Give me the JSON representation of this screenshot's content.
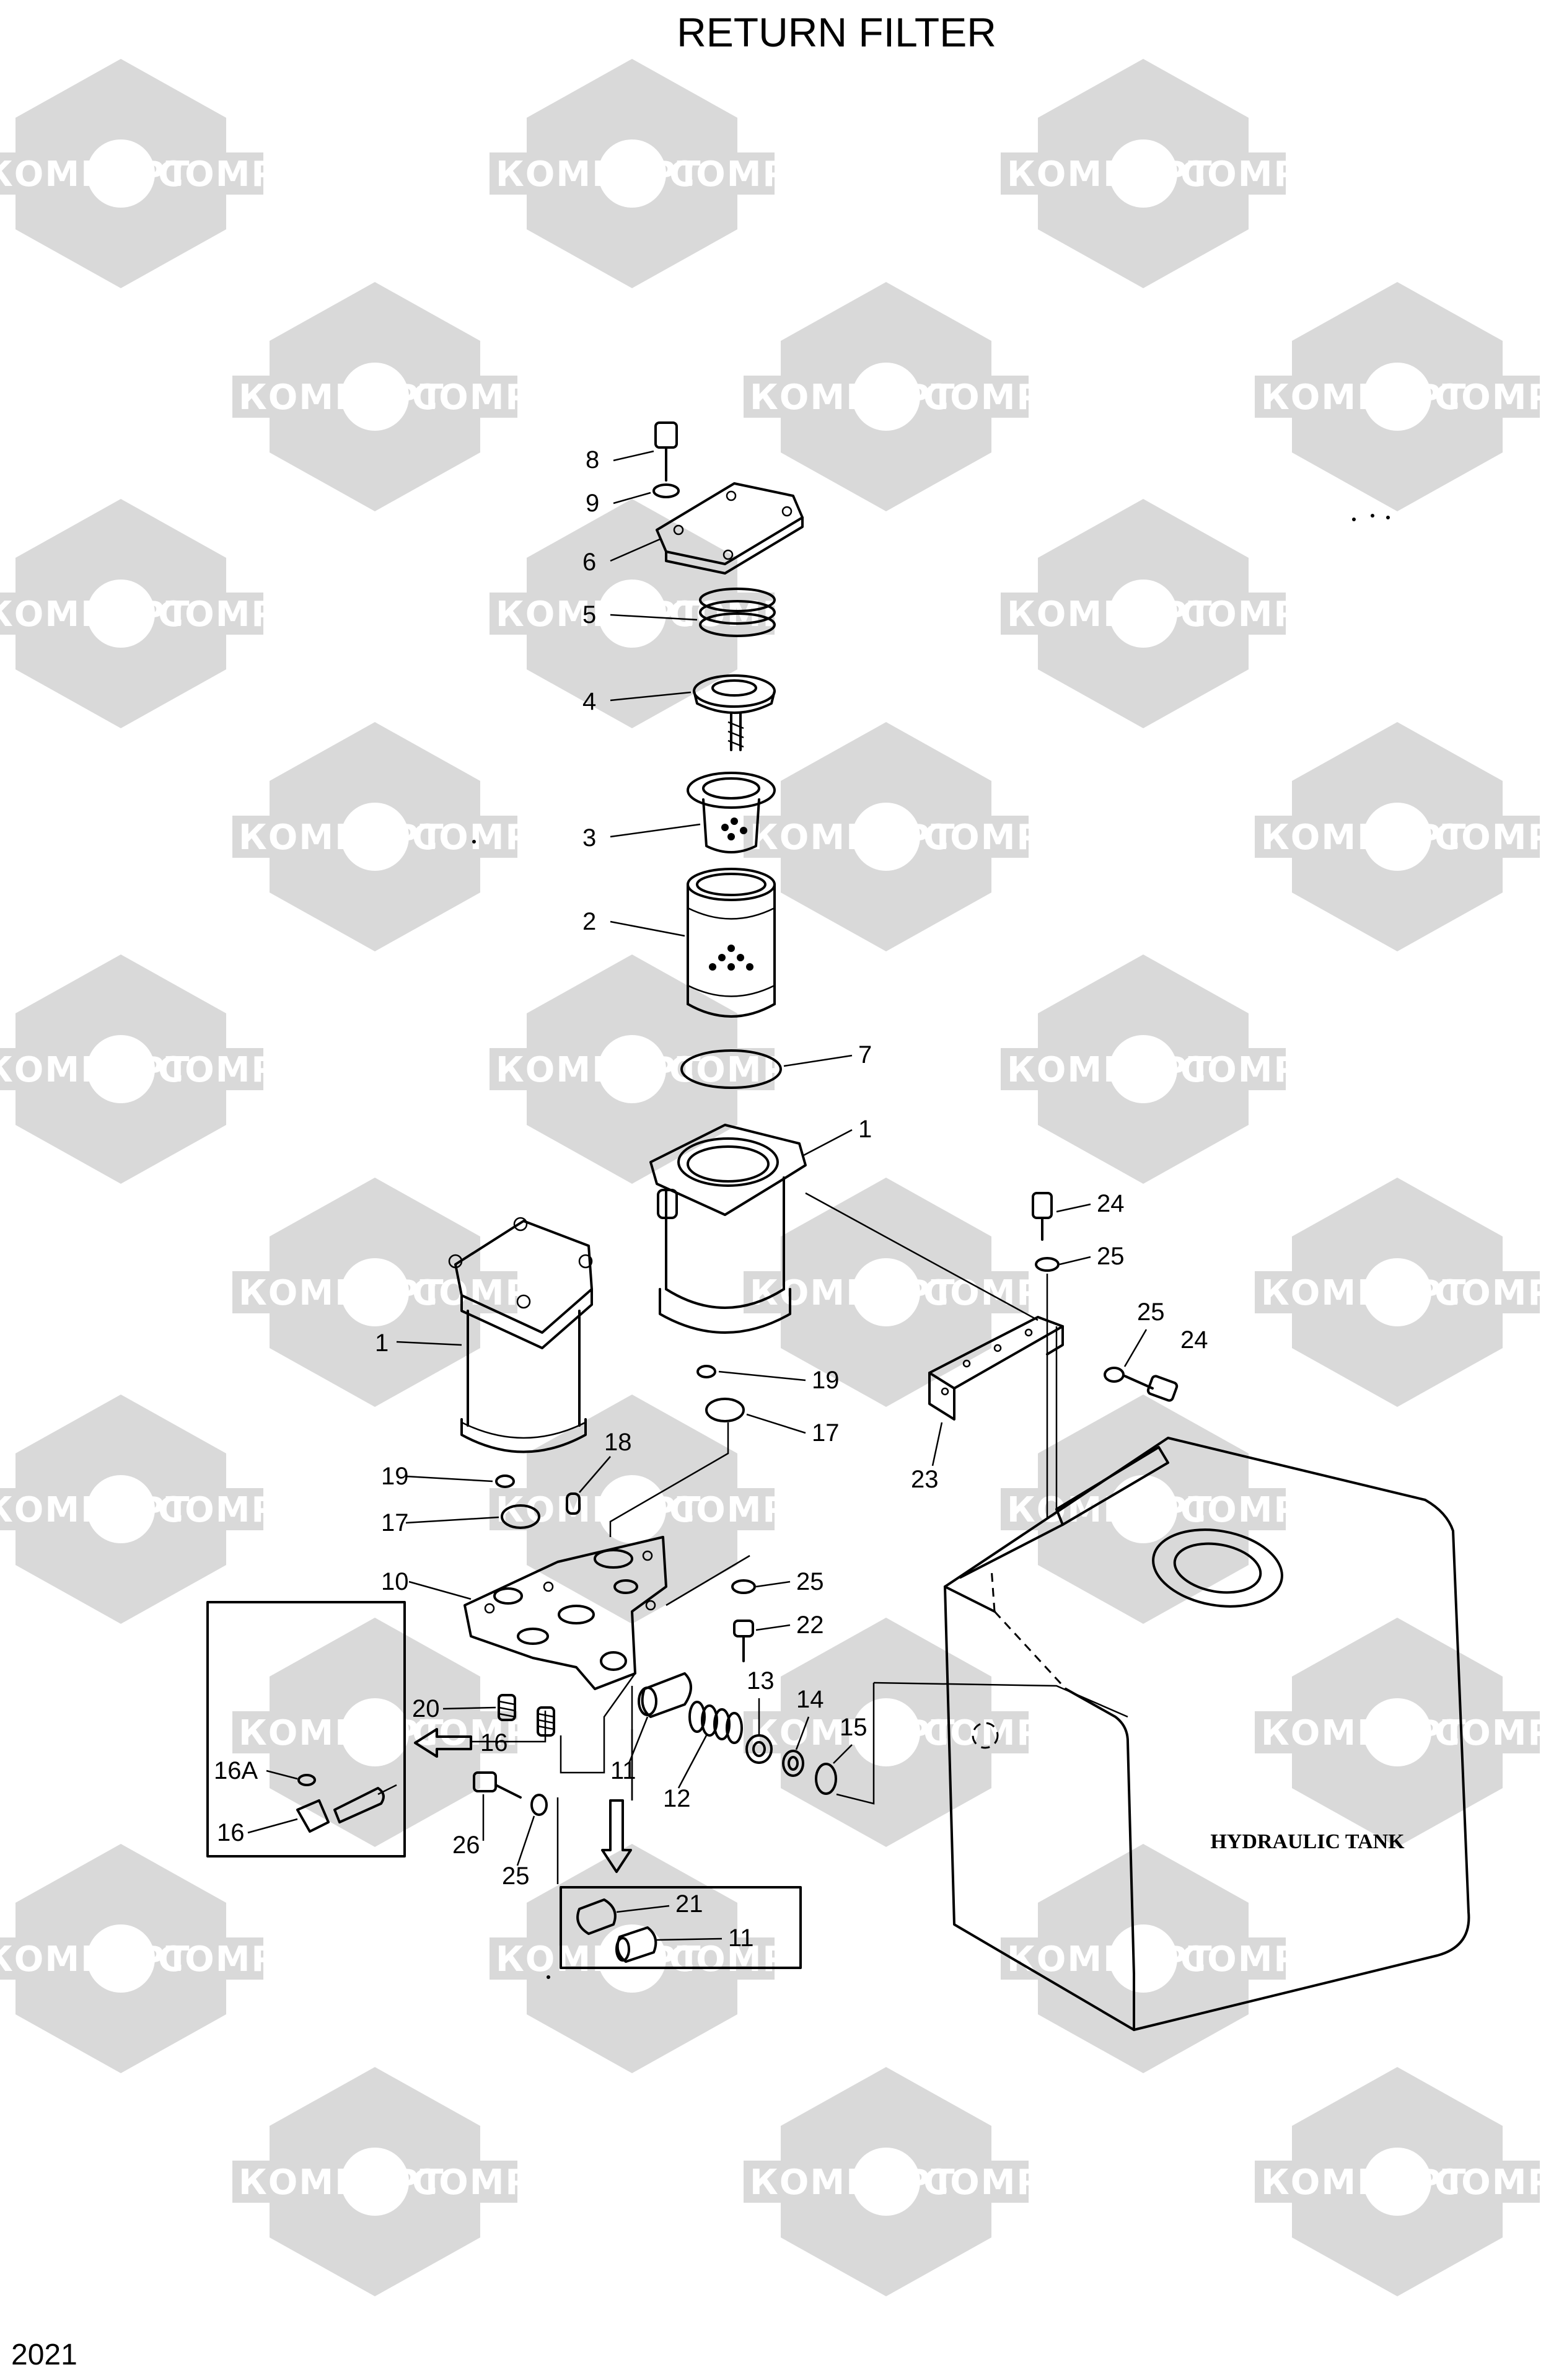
{
  "title": "RETURN FILTER",
  "page_number": "2021",
  "watermark": {
    "brand_cyrillic": "КОМПАРТ",
    "brand_latin": "COMPART",
    "color": "#d9d9d9"
  },
  "tank_label": "HYDRAULIC TANK",
  "callouts": [
    {
      "label": "8"
    },
    {
      "label": "9"
    },
    {
      "label": "6"
    },
    {
      "label": "5"
    },
    {
      "label": "4"
    },
    {
      "label": "3"
    },
    {
      "label": "2"
    },
    {
      "label": "7"
    },
    {
      "label": "1"
    },
    {
      "label": "1"
    },
    {
      "label": "24"
    },
    {
      "label": "25"
    },
    {
      "label": "25"
    },
    {
      "label": "24"
    },
    {
      "label": "19"
    },
    {
      "label": "17"
    },
    {
      "label": "23"
    },
    {
      "label": "18"
    },
    {
      "label": "19"
    },
    {
      "label": "17"
    },
    {
      "label": "10"
    },
    {
      "label": "25"
    },
    {
      "label": "22"
    },
    {
      "label": "13"
    },
    {
      "label": "14"
    },
    {
      "label": "15"
    },
    {
      "label": "20"
    },
    {
      "label": "16"
    },
    {
      "label": "11"
    },
    {
      "label": "12"
    },
    {
      "label": "16A"
    },
    {
      "label": "16"
    },
    {
      "label": "26"
    },
    {
      "label": "25"
    },
    {
      "label": "21"
    },
    {
      "label": "11"
    }
  ]
}
